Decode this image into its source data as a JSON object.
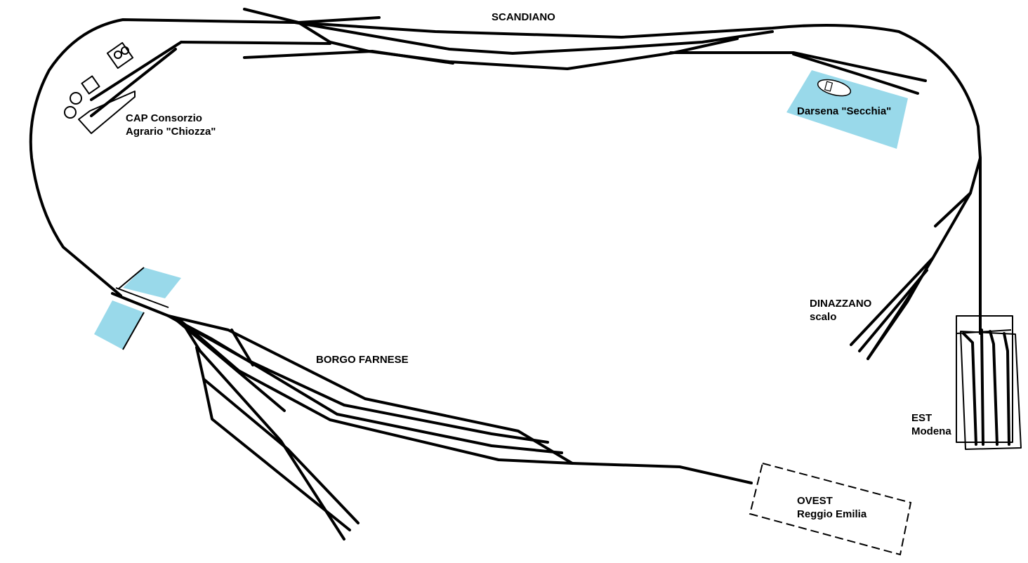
{
  "labels": {
    "scandiano": "SCANDIANO",
    "cap_line1": "CAP Consorzio",
    "cap_line2": "Agrario \"Chiozza\"",
    "darsena": "Darsena \"Secchia\"",
    "dinazzano_line1": "DINAZZANO",
    "dinazzano_line2": "scalo",
    "borgo_farnese": "BORGO FARNESE",
    "est_line1": "EST",
    "est_line2": "Modena",
    "ovest_line1": "OVEST",
    "ovest_line2": "Reggio Emilia"
  },
  "colors": {
    "track": "#000000",
    "water": "#99d9ea",
    "background": "#ffffff"
  }
}
